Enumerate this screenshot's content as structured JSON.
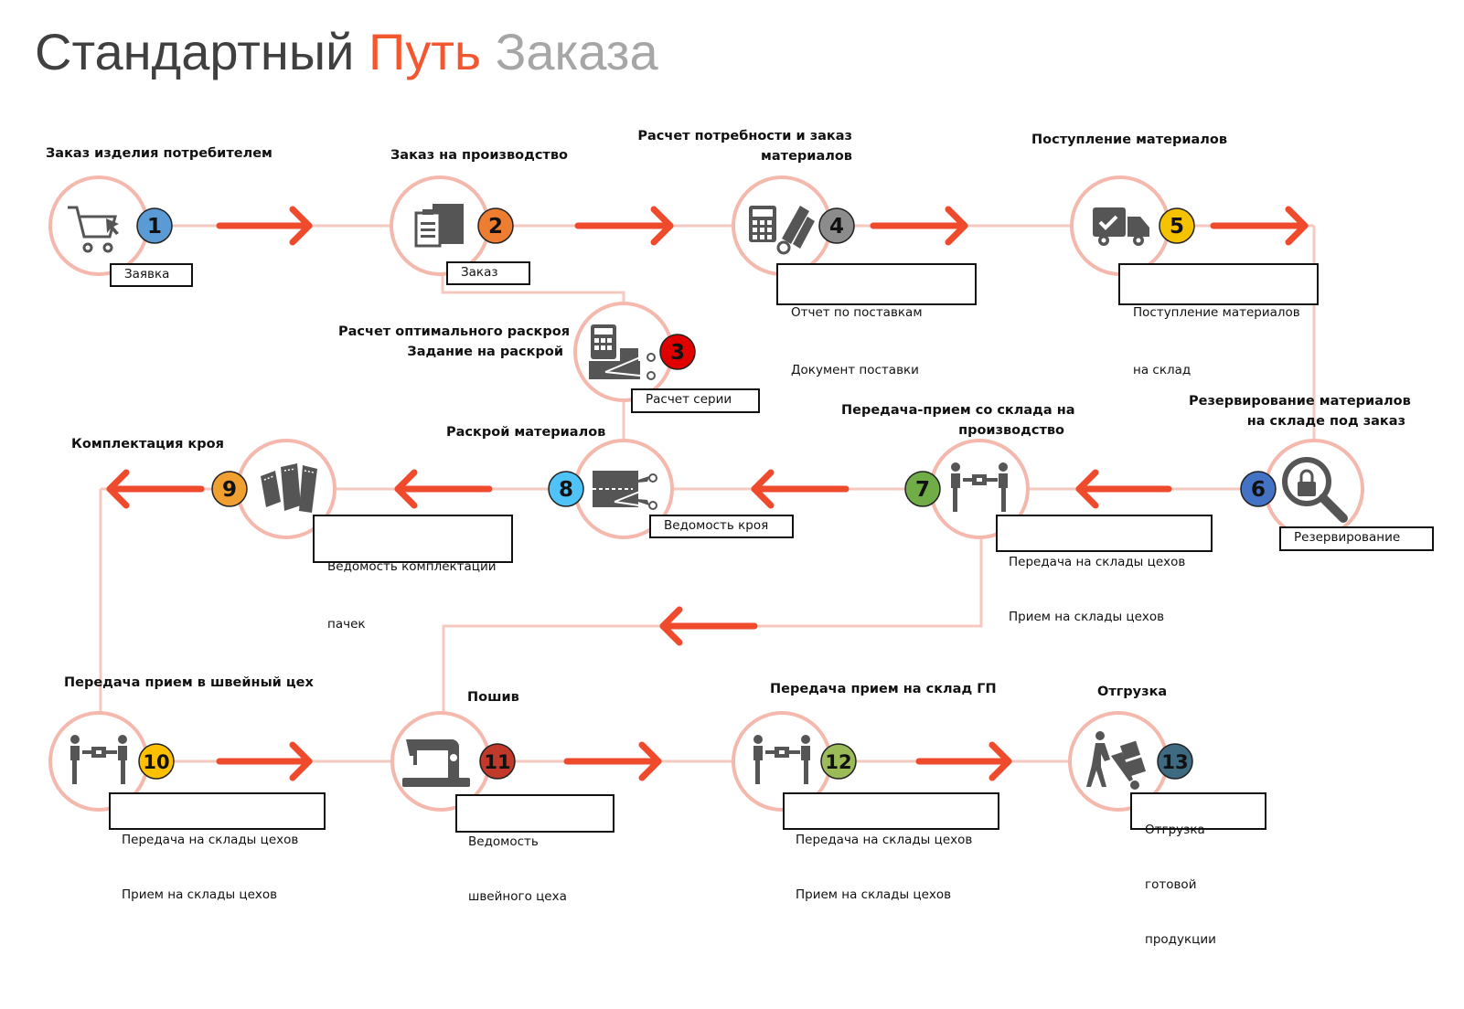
{
  "title": {
    "part1": "Стандартный",
    "part2": "Путь",
    "part3": "Заказа"
  },
  "colors": {
    "arrow": "#ee4a2b",
    "connector": "#f6c9c0",
    "accent": "#f2572f",
    "gray": "#a6a6a6"
  },
  "steps": [
    {
      "number": "1",
      "color": "#5b9bd5",
      "icon": "shopping-cart-icon",
      "label": "Заказ изделия потребителем",
      "doc": "Заявка"
    },
    {
      "number": "2",
      "color": "#ed7d31",
      "icon": "clipboard-box-icon",
      "label": "Заказ на производство",
      "doc": "Заказ"
    },
    {
      "number": "3",
      "color": "#e00000",
      "icon": "calculator-scissors-icon",
      "label_line1": "Расчет оптимального раскроя",
      "label_line2": "Задание на раскрой",
      "doc": "Расчет серии"
    },
    {
      "number": "4",
      "color": "#8c8c8c",
      "icon": "calculator-fabric-rolls-icon",
      "label_line1": "Расчет потребности и заказ",
      "label_line2": "материалов",
      "doc_line1": "Отчет по поставкам",
      "doc_line2": "Документ поставки"
    },
    {
      "number": "5",
      "color": "#f5c200",
      "icon": "delivery-truck-icon",
      "label": "Поступление материалов",
      "doc_line1": "Поступление материалов",
      "doc_line2": "на склад"
    },
    {
      "number": "6",
      "color": "#4472c4",
      "icon": "lock-search-icon",
      "label_line1": "Резервирование материалов",
      "label_line2": "на складе под заказ",
      "doc": "Резервирование"
    },
    {
      "number": "7",
      "color": "#70ad47",
      "icon": "handover-people-icon",
      "label_line1": "Передача-прием со склада на",
      "label_line2": "производство",
      "doc_line1": "Передача на склады цехов",
      "doc_line2": "Прием на склады цехов"
    },
    {
      "number": "8",
      "color": "#4fc3f7",
      "icon": "fabric-cutting-icon",
      "label": "Раскрой материалов",
      "doc": "Ведомость кроя"
    },
    {
      "number": "9",
      "color": "#f0a030",
      "icon": "cut-pieces-icon",
      "label": "Комплектация кроя",
      "doc_line1": "Ведомость комплектации",
      "doc_line2": "пачек"
    },
    {
      "number": "10",
      "color": "#ffc000",
      "icon": "handover-people-icon",
      "label": "Передача прием в швейный цех",
      "doc_line1": "Передача на склады цехов",
      "doc_line2": "Прием на склады цехов"
    },
    {
      "number": "11",
      "color": "#c0392b",
      "icon": "sewing-machine-icon",
      "label": "Пошив",
      "doc_line1": "Ведомость",
      "doc_line2": "швейного цеха"
    },
    {
      "number": "12",
      "color": "#9bbb59",
      "icon": "handover-people-icon",
      "label": "Передача прием на склад ГП",
      "doc_line1": "Передача на склады цехов",
      "doc_line2": "Прием на склады цехов"
    },
    {
      "number": "13",
      "color": "#3e6b82",
      "icon": "hand-truck-icon",
      "label": "Отгрузка",
      "doc_line1": "Отгрузка",
      "doc_line2": "готовой",
      "doc_line3": "продукции"
    }
  ]
}
